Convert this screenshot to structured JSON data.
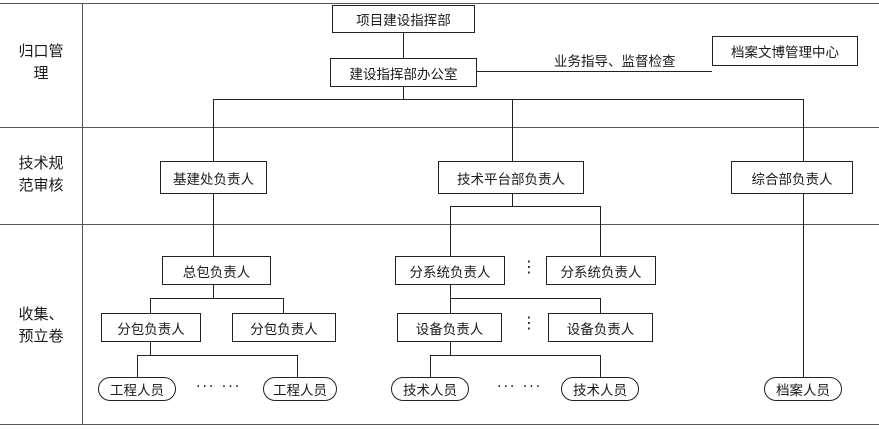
{
  "bands": [
    {
      "id": "gui",
      "lines": [
        "归口管",
        "理"
      ]
    },
    {
      "id": "tech",
      "lines": [
        "技术规",
        "范审核"
      ]
    },
    {
      "id": "collect",
      "lines": [
        "收集、",
        "预立卷"
      ]
    }
  ],
  "boxes": {
    "hq": "项目建设指挥部",
    "office": "建设指挥部办公室",
    "archive_center": "档案文博管理中心",
    "infra_head": "基建处负责人",
    "tech_platform_head": "技术平台部负责人",
    "general_head": "综合部负责人",
    "general_contractor_head": "总包负责人",
    "subsystem_head_1": "分系统负责人",
    "subsystem_head_2": "分系统负责人",
    "subcontract_head_1": "分包负责人",
    "subcontract_head_2": "分包负责人",
    "equipment_head_1": "设备负责人",
    "equipment_head_2": "设备负责人"
  },
  "staff": {
    "engineer_1": "工程人员",
    "engineer_2": "工程人员",
    "technician_1": "技术人员",
    "technician_2": "技术人员",
    "archivist": "档案人员"
  },
  "guidance_label": "业务指导、监督检查",
  "ellipsis": {
    "dots_v1": "⋮",
    "dots_v2": "⋮",
    "dots_h1": "··· ···",
    "dots_h2": "··· ···"
  }
}
